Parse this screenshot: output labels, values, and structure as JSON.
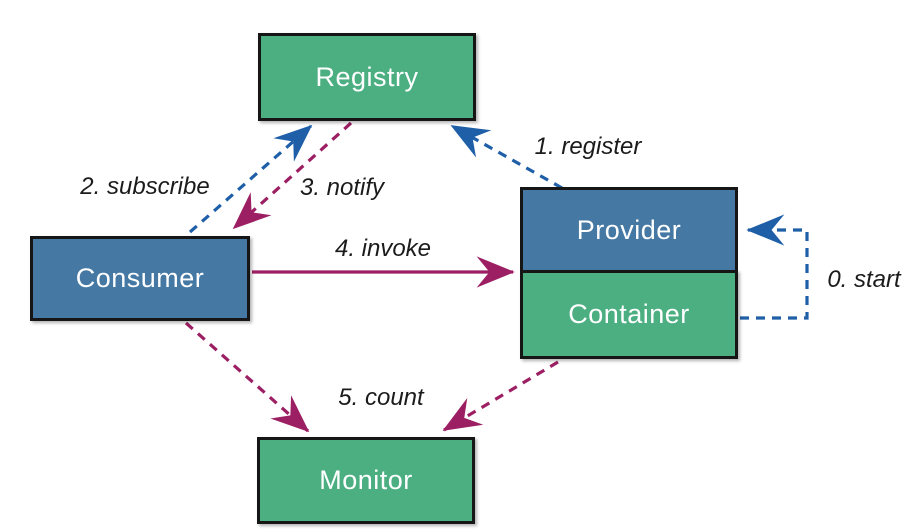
{
  "diagram": {
    "nodes": {
      "registry": {
        "label": "Registry",
        "color": "#4CAF82"
      },
      "consumer": {
        "label": "Consumer",
        "color": "#4579A4"
      },
      "provider": {
        "label": "Provider",
        "color": "#4579A4"
      },
      "container": {
        "label": "Container",
        "color": "#4CAF82"
      },
      "monitor": {
        "label": "Monitor",
        "color": "#4CAF82"
      }
    },
    "edges": {
      "start": {
        "label": "0. start",
        "from": "container",
        "to": "provider",
        "style": "dashed",
        "color": "#1E5FA8"
      },
      "register": {
        "label": "1. register",
        "from": "provider",
        "to": "registry",
        "style": "dashed",
        "color": "#1E5FA8"
      },
      "subscribe": {
        "label": "2. subscribe",
        "from": "consumer",
        "to": "registry",
        "style": "dashed",
        "color": "#1E5FA8"
      },
      "notify": {
        "label": "3. notify",
        "from": "registry",
        "to": "consumer",
        "style": "dashed",
        "color": "#9C1F63"
      },
      "invoke": {
        "label": "4. invoke",
        "from": "consumer",
        "to": "provider",
        "style": "solid",
        "color": "#9C1F63"
      },
      "count": {
        "label": "5. count",
        "from": "consumer_and_container",
        "to": "monitor",
        "style": "dashed",
        "color": "#9C1F63"
      }
    },
    "colors": {
      "node_green": "#4CAF82",
      "node_blue": "#4579A4",
      "edge_blue": "#1E5FA8",
      "edge_purple": "#9C1F63",
      "node_border": "#161616",
      "node_text": "#ffffff",
      "label_text": "#1b1b1b",
      "background": "#ffffff"
    }
  }
}
